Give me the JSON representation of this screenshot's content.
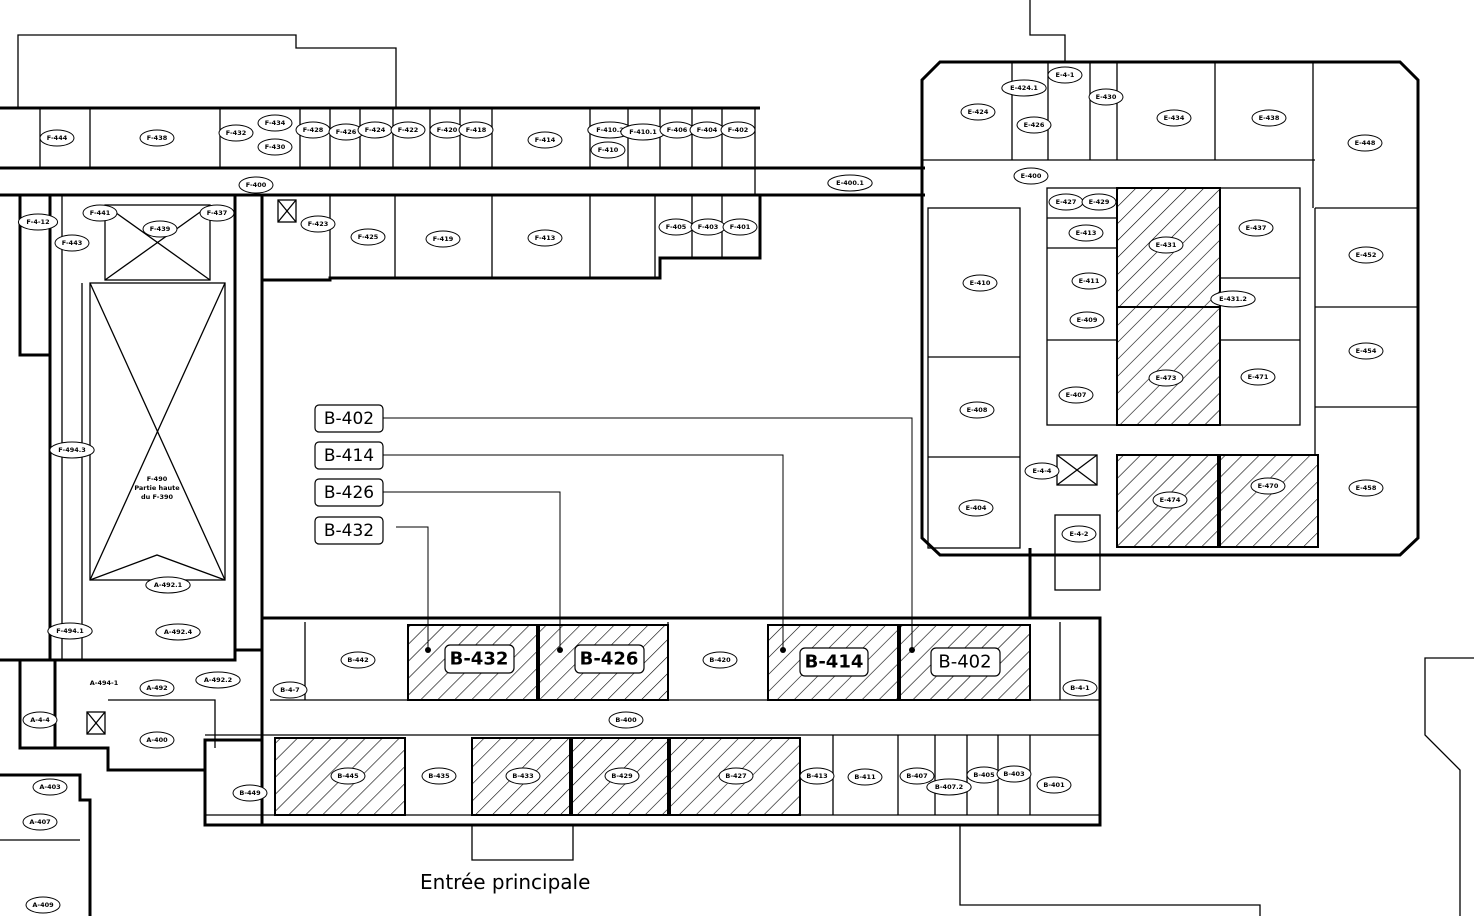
{
  "plan": {
    "callouts": [
      "B-402",
      "B-414",
      "B-426",
      "B-432"
    ],
    "highlighted_rooms": [
      "B-432",
      "B-426",
      "B-414",
      "B-402"
    ],
    "entrance_label": "Entrée principale",
    "atrium_label": [
      "F-490",
      "Partie haute",
      "du F-390"
    ],
    "text_label_a4941": "A-494-1",
    "room_labels": [
      "F-444",
      "F-438",
      "F-432",
      "F-434",
      "F-430",
      "F-428",
      "F-426",
      "F-424",
      "F-422",
      "F-420",
      "F-418",
      "F-414",
      "F-410.2",
      "F-410.1",
      "F-406",
      "F-404",
      "F-402",
      "F-410",
      "F-400",
      "F-4-12",
      "F-441",
      "F-437",
      "F-439",
      "F-443",
      "F-423",
      "F-425",
      "F-419",
      "F-413",
      "F-405",
      "F-403",
      "F-401",
      "F-494.3",
      "A-492.1",
      "A-492.4",
      "F-494.1",
      "A-492.2",
      "A-492",
      "A-4-4",
      "A-400",
      "A-403",
      "A-407",
      "A-409",
      "E-4-1",
      "E-424.1",
      "E-430",
      "E-424",
      "E-426",
      "E-434",
      "E-438",
      "E-448",
      "E-400",
      "E-400.1",
      "E-427",
      "E-429",
      "E-413",
      "E-437",
      "E-411",
      "E-409",
      "E-431",
      "E-452",
      "E-410",
      "E-431.2",
      "E-454",
      "E-473",
      "E-471",
      "E-407",
      "E-408",
      "E-4-4",
      "E-474",
      "E-470",
      "E-458",
      "E-404",
      "E-4-2",
      "B-442",
      "B-420",
      "B-4-7",
      "B-4-1",
      "B-400",
      "B-449",
      "B-445",
      "B-435",
      "B-433",
      "B-429",
      "B-427",
      "B-413",
      "B-411",
      "B-407",
      "B-407.2",
      "B-405",
      "B-403",
      "B-401"
    ],
    "colors": {
      "line": "#000000",
      "background": "#ffffff"
    }
  }
}
